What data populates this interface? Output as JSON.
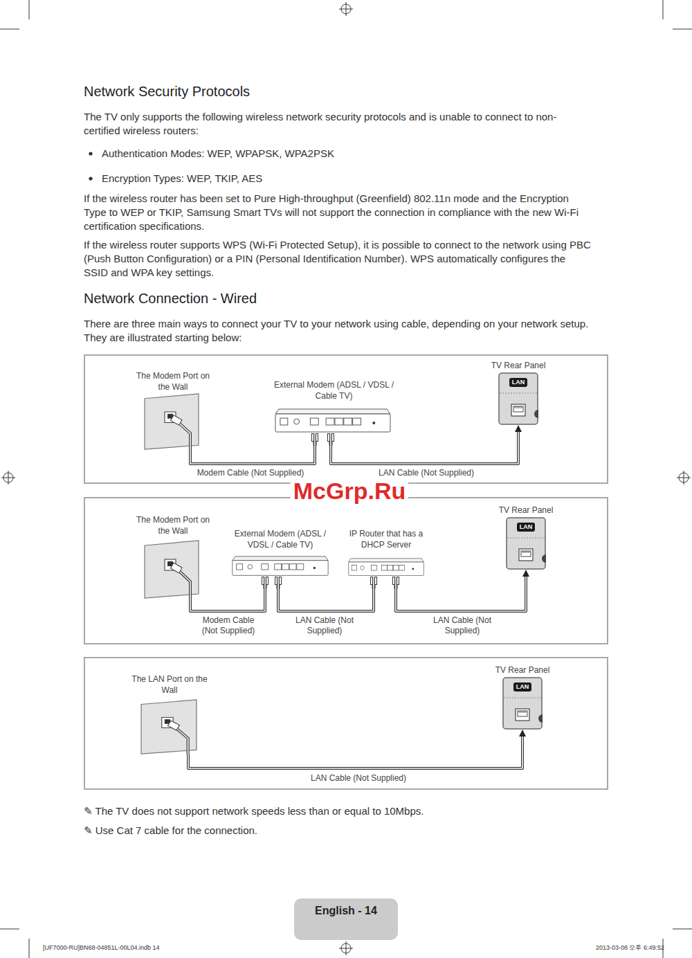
{
  "diagram": {
    "title": "Network Security Protocols",
    "nodes": [
      {
        "text": [
          "The Modem Port on the Wall"
        ]
      },
      {
        "text": [
          "External Modem (ADSL / VDSL / Cable TV)"
        ]
      },
      {
        "text": [
          "TV Rear Panel",
          "LAN"
        ]
      },
      {
        "text": [
          "The Modem Port on the Wall"
        ]
      },
      {
        "text": [
          "External Modem (ADSL / VDSL / Cable TV)"
        ]
      },
      {
        "text": [
          "IP Router that has a DHCP Server"
        ]
      },
      {
        "text": [
          "TV Rear Panel",
          "LAN"
        ]
      },
      {
        "text": [
          "The LAN Port on the Wall"
        ]
      },
      {
        "text": [
          "TV Rear Panel",
          "LAN"
        ]
      }
    ],
    "edges": [
      {
        "from": 0,
        "to": 1,
        "arrow": "none",
        "label": "Modem Cable (Not Supplied)"
      },
      {
        "from": 1,
        "to": 2,
        "arrow": "to",
        "label": "LAN Cable (Not Supplied)"
      },
      {
        "from": 3,
        "to": 4,
        "arrow": "none",
        "label": "Modem Cable (Not Supplied)"
      },
      {
        "from": 4,
        "to": 5,
        "arrow": "none",
        "label": "LAN Cable (Not Supplied)"
      },
      {
        "from": 5,
        "to": 6,
        "arrow": "to",
        "label": "LAN Cable (Not Supplied)"
      },
      {
        "from": 7,
        "to": 8,
        "arrow": "to",
        "label": "LAN Cable (Not Supplied)"
      }
    ],
    "labels": [
      "The TV only supports the following wireless network security protocols and is unable to connect to non-certified wireless routers:",
      "Authentication Modes: WEP, WPAPSK, WPA2PSK",
      "Encryption Types: WEP, TKIP, AES",
      "If the wireless router has been set to Pure High-throughput (Greenfield) 802.11n mode and the Encryption Type to WEP or TKIP, Samsung Smart TVs will not support the connection in compliance with the new Wi-Fi certification specifications.",
      "If the wireless router supports WPS (Wi-Fi Protected Setup), it is possible to connect to the network using PBC (Push Button Configuration) or a PIN (Personal Identification Number). WPS automatically configures the SSID and WPA key settings.",
      "Network Connection - Wired",
      "There are three main ways to connect your TV to your network using cable, depending on your network setup. They are illustrated starting below:",
      "McGrp.Ru",
      "✎ The TV does not support network speeds less than or equal to 10Mbps.",
      "✎ Use Cat 7 cable for the connection.",
      "English - 14",
      "[UF7000-RU]BN68-04851L-00L04.indb 14",
      "2013-03-08 오후 6:49:52"
    ]
  }
}
